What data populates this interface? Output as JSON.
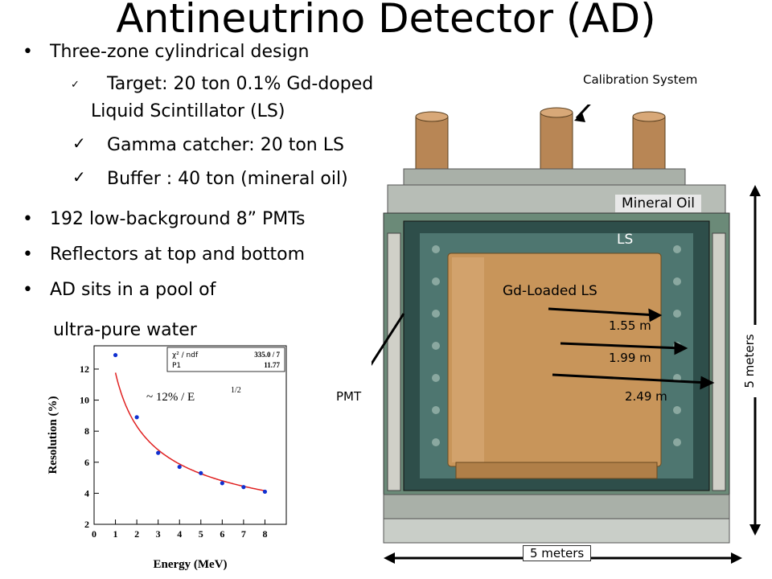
{
  "title": "Antineutrino Detector (AD)",
  "bullets": [
    "Three-zone cylindrical design",
    "192 low-background  8” PMTs",
    "Reflectors at top and bottom",
    "AD sits in a pool of",
    "ultra-pure water"
  ],
  "sub_bullets": {
    "target_line1": "Target: 20 ton 0.1% Gd-doped",
    "target_line2": "Liquid Scintillator (LS)",
    "gamma": "Gamma catcher: 20 ton  LS",
    "buffer": "Buffer : 40 ton (mineral oil)"
  },
  "labels": {
    "calibration": "Calibration System",
    "mineral_oil": "Mineral Oil",
    "ls": "LS",
    "gd_ls": "Gd-Loaded LS",
    "r1": "1.55 m",
    "r2": "1.99 m",
    "r3": "2.49 m",
    "pmt": "PMT",
    "width": "5 meters",
    "height": "5 meters"
  },
  "colors": {
    "mineral_oil_bg": "#e8e8e8",
    "fit_curve": "#e02020",
    "points": "#1030d0",
    "vessel": "#c8955a",
    "tank_wall": "#2e4e4a"
  },
  "chart_data": {
    "type": "scatter",
    "xlabel": "Energy (MeV)",
    "ylabel": "Resolution (%)",
    "xlim": [
      0,
      9
    ],
    "ylim": [
      2,
      13.5
    ],
    "xticks": [
      "0",
      "1",
      "2",
      "3",
      "4",
      "5",
      "6",
      "7",
      "8"
    ],
    "yticks": [
      "2",
      "4",
      "6",
      "8",
      "10",
      "12"
    ],
    "annotation": "~ 12% / E",
    "annotation_sup": "1/2",
    "fit_box": {
      "chi2": "χ² / ndf",
      "chi2_val": "335.0  /  7",
      "p1": "P1",
      "p1_val": "11.77"
    },
    "fit": {
      "p1": 11.77,
      "form": "p1/sqrt(x)"
    },
    "x": [
      1,
      2,
      3,
      4,
      5,
      6,
      7,
      8
    ],
    "y": [
      12.9,
      8.9,
      6.6,
      5.7,
      5.3,
      4.65,
      4.4,
      4.1
    ]
  }
}
